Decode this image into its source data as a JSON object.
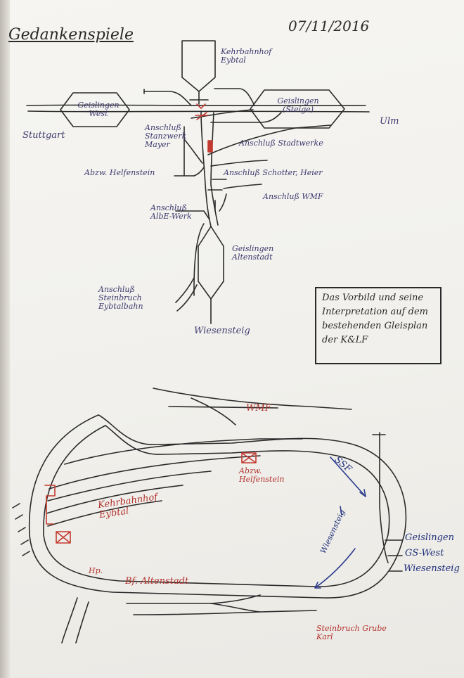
{
  "header": {
    "title": "Gedankenspiele",
    "date": "07/11/2016"
  },
  "plan_top": {
    "station_kehrbahnhof": "Kehrbahnhof Eybtal",
    "station_west": "Geislingen West",
    "station_steige": "Geislingen (Steige)",
    "dir_ulm": "Ulm",
    "dir_stuttgart": "Stuttgart",
    "siding_stanzwerk": "Anschluß Stanzwerk Mayer",
    "siding_stadtwerke": "Anschluß Stadtwerke",
    "siding_helfenstein": "Abzw. Helfenstein",
    "siding_schotter": "Anschluß Schotter, Heier",
    "siding_wmf": "Anschluß WMF",
    "siding_albewerk": "Anschluß AlbE-Werk",
    "station_altenstadt": "Geislingen Altenstadt",
    "siding_steinbruch": "Anschluß Steinbruch Eybtalbahn",
    "dir_wiesensteig": "Wiesensteig"
  },
  "note": {
    "text": "Das Vorbild und seine Interpretation auf dem bestehenden Gleisplan der K&LF"
  },
  "plan_bottom": {
    "label_wmf": "WMF",
    "label_abzw": "Abzw. Helfenstein",
    "label_kehrbahnhof": "Kehrbahnhof Eybtal",
    "label_hp": "Hp.",
    "label_altenstadt": "Bf. Altenstadt",
    "label_ssf": "SSF",
    "label_wiesensteig_arrow": "Wiesensteig",
    "dest_geislingen": "Geislingen",
    "dest_gswest": "GS-West",
    "dest_wiesensteig": "Wiesensteig",
    "label_steinbruch": "Steinbruch Grube Karl"
  }
}
